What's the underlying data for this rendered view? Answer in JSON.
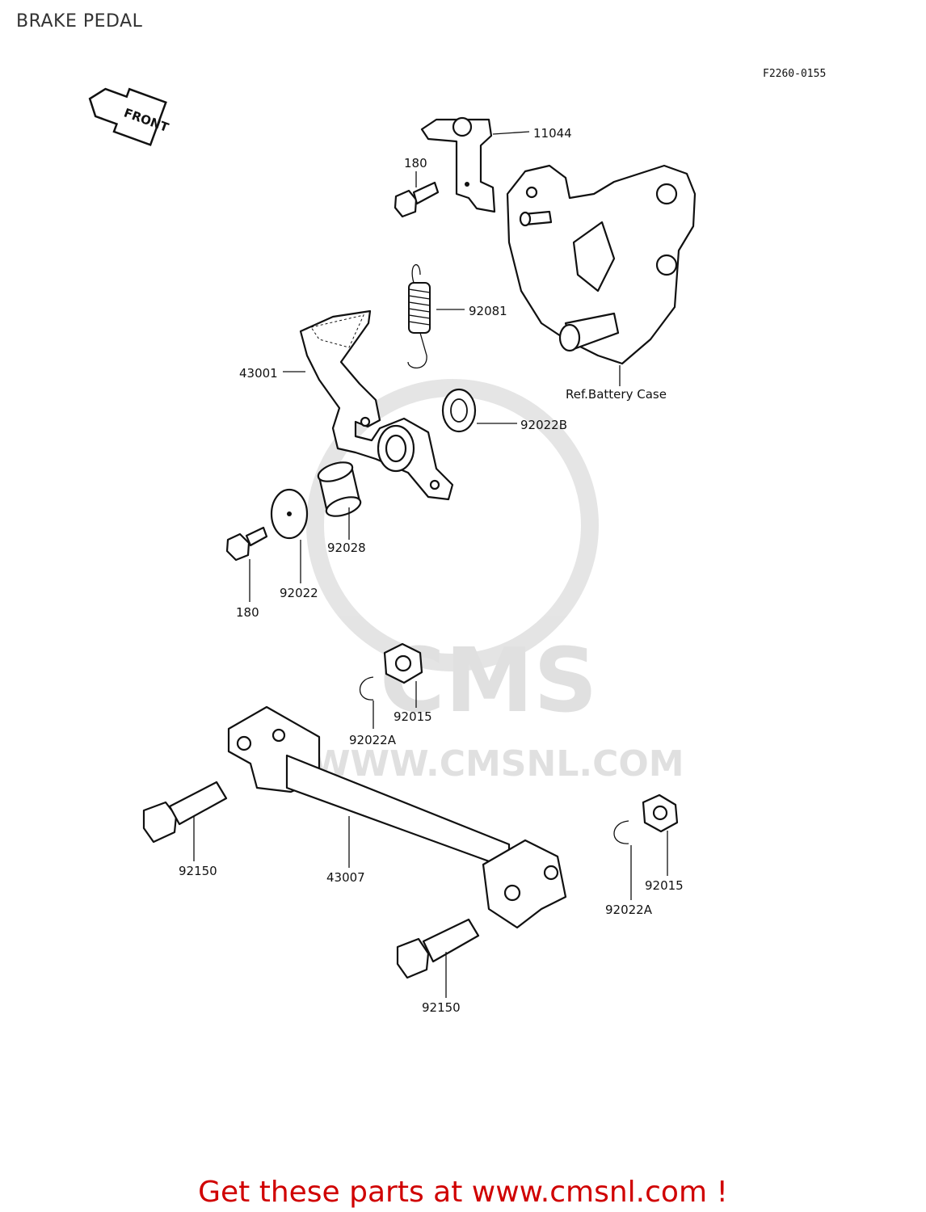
{
  "header": {
    "title": "BRAKE PEDAL",
    "diagram_code": "F2260-0155"
  },
  "front_arrow": {
    "label": "FRONT"
  },
  "watermark": {
    "brand": "CMS",
    "url": "WWW.CMSNL.COM"
  },
  "callouts": {
    "c11044": "11044",
    "c180_top": "180",
    "c92081": "92081",
    "c43001": "43001",
    "ref_battery_case": "Ref.Battery Case",
    "c92022B": "92022B",
    "c92028": "92028",
    "c92022": "92022",
    "c180_bottom": "180",
    "c92015_top": "92015",
    "c92022A_top": "92022A",
    "c92150_left": "92150",
    "c43007": "43007",
    "c92015_right": "92015",
    "c92022A_right": "92022A",
    "c92150_bottom": "92150"
  },
  "footer": {
    "cta": "Get these parts at www.cmsnl.com !"
  },
  "colors": {
    "cta": "#d00000",
    "line": "#111111",
    "watermark": "#dddddd"
  }
}
